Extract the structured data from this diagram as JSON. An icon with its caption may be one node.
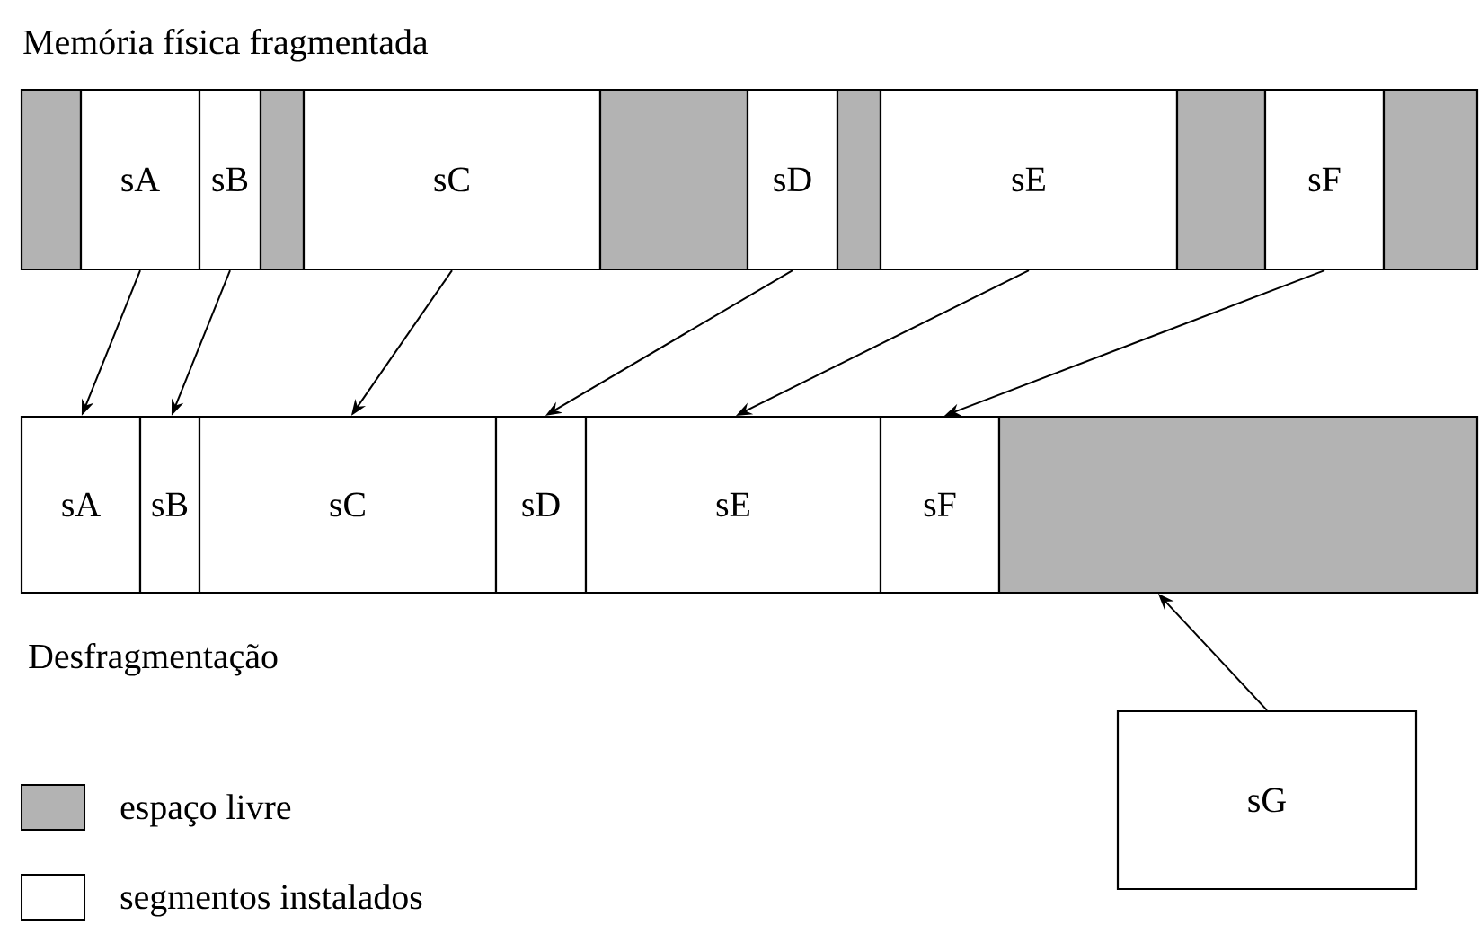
{
  "diagram": {
    "title": "Memória física fragmentada",
    "nodes": [
      {
        "text": [],
        "shape": "box"
      },
      {
        "text": [
          "sA"
        ]
      },
      {
        "text": [
          "sB"
        ]
      },
      {
        "text": [],
        "shape": "box"
      },
      {
        "text": [
          "sC"
        ]
      },
      {
        "text": [],
        "shape": "box"
      },
      {
        "text": [
          "sD"
        ]
      },
      {
        "text": [],
        "shape": "box"
      },
      {
        "text": [
          "sE"
        ]
      },
      {
        "text": [],
        "shape": "box"
      },
      {
        "text": [
          "sF"
        ]
      },
      {
        "text": [],
        "shape": "box"
      },
      {
        "text": [
          "sA"
        ]
      },
      {
        "text": [
          "sB"
        ]
      },
      {
        "text": [
          "sC"
        ]
      },
      {
        "text": [
          "sD"
        ]
      },
      {
        "text": [
          "sE"
        ]
      },
      {
        "text": [
          "sF"
        ]
      },
      {
        "text": [],
        "shape": "box"
      },
      {
        "text": [
          "sG"
        ]
      }
    ],
    "edges": [
      {
        "from": 1,
        "to": 12,
        "arrow": "to"
      },
      {
        "from": 2,
        "to": 13,
        "arrow": "to"
      },
      {
        "from": 4,
        "to": 14,
        "arrow": "to"
      },
      {
        "from": 6,
        "to": 15,
        "arrow": "to"
      },
      {
        "from": 8,
        "to": 16,
        "arrow": "to"
      },
      {
        "from": 10,
        "to": 17,
        "arrow": "to"
      },
      {
        "from": 19,
        "to": 18,
        "arrow": "to"
      }
    ],
    "labels": [
      "Desfragmentação"
    ],
    "legend": [
      {
        "text": "espaço livre",
        "color": "#b3b3b3"
      },
      {
        "text": "segmentos instalados"
      }
    ]
  }
}
